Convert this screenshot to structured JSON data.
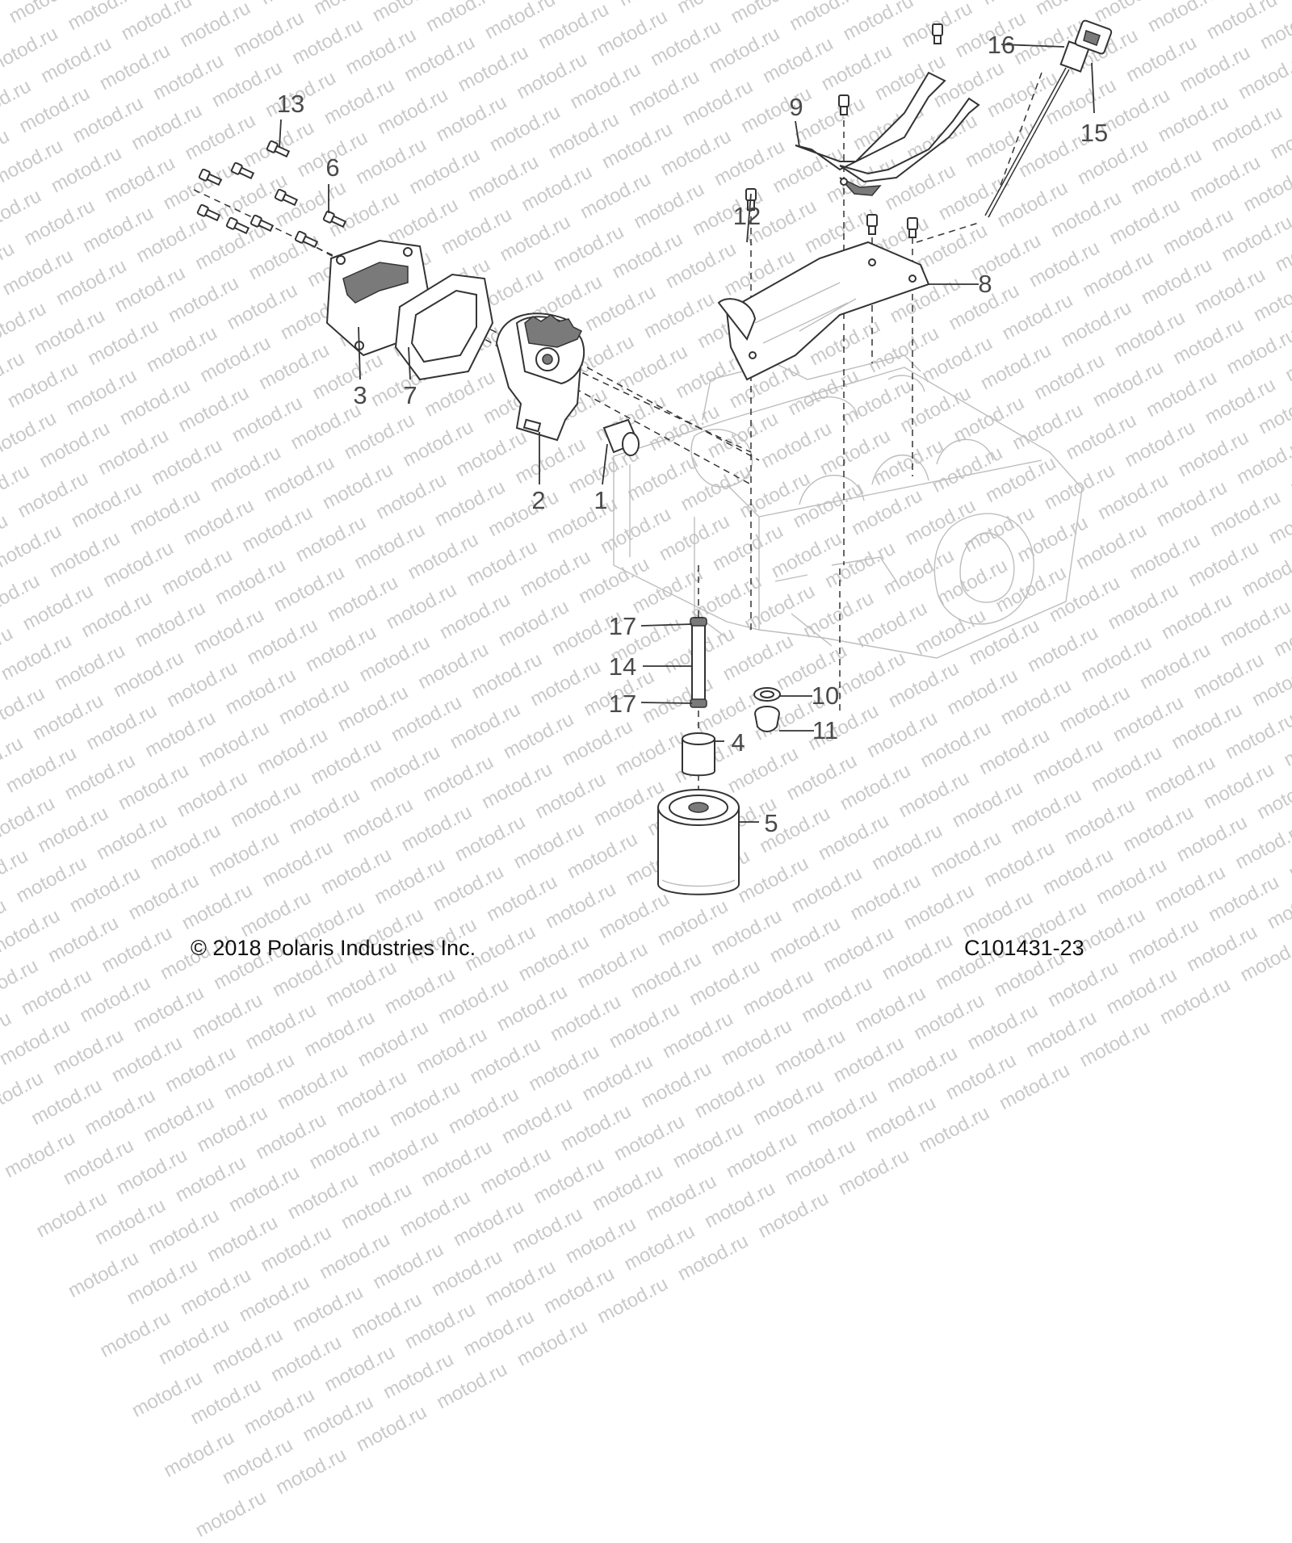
{
  "watermark": "motod.ru",
  "footer": {
    "copyright": "© 2018 Polaris Industries Inc.",
    "figure_id": "C101431-23"
  },
  "callouts": [
    "1",
    "2",
    "3",
    "4",
    "5",
    "6",
    "7",
    "8",
    "9",
    "10",
    "11",
    "12",
    "13",
    "14",
    "15",
    "16",
    "17",
    "17"
  ]
}
